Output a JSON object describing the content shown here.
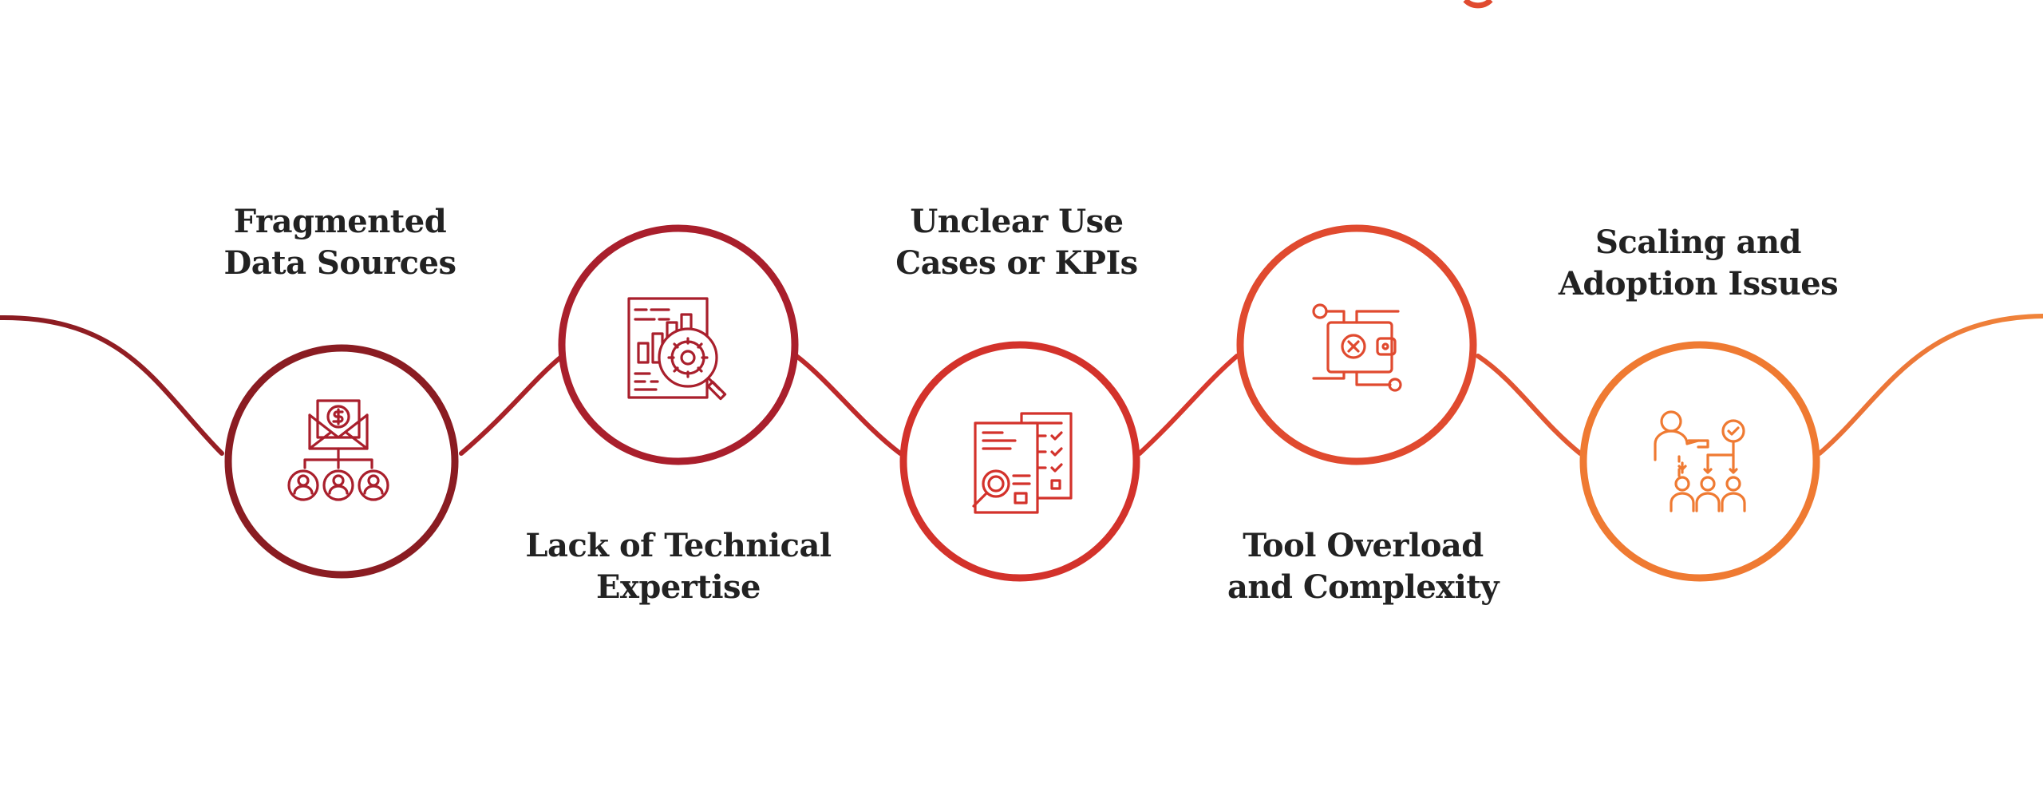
{
  "colors": {
    "stage1": "#8a1c22",
    "stage2": "#a91f2c",
    "stage3": "#d3322b",
    "stage4": "#e04a2f",
    "stage5": "#ef7a32",
    "text": "#222222",
    "background": "#ffffff"
  },
  "stages": [
    {
      "lines": [
        "Fragmented",
        "Data Sources"
      ],
      "icon": "email-money-network-icon",
      "label_position": "above"
    },
    {
      "lines": [
        "Lack of Technical",
        "Expertise"
      ],
      "icon": "analytics-gear-report-icon",
      "label_position": "below"
    },
    {
      "lines": [
        "Unclear Use",
        "Cases or KPIs"
      ],
      "icon": "document-checklist-search-icon",
      "label_position": "above"
    },
    {
      "lines": [
        "Tool Overload",
        "and Complexity"
      ],
      "icon": "wallet-circuit-error-icon",
      "label_position": "below"
    },
    {
      "lines": [
        "Scaling and",
        "Adoption Issues"
      ],
      "icon": "team-flow-approval-icon",
      "label_position": "above"
    }
  ]
}
